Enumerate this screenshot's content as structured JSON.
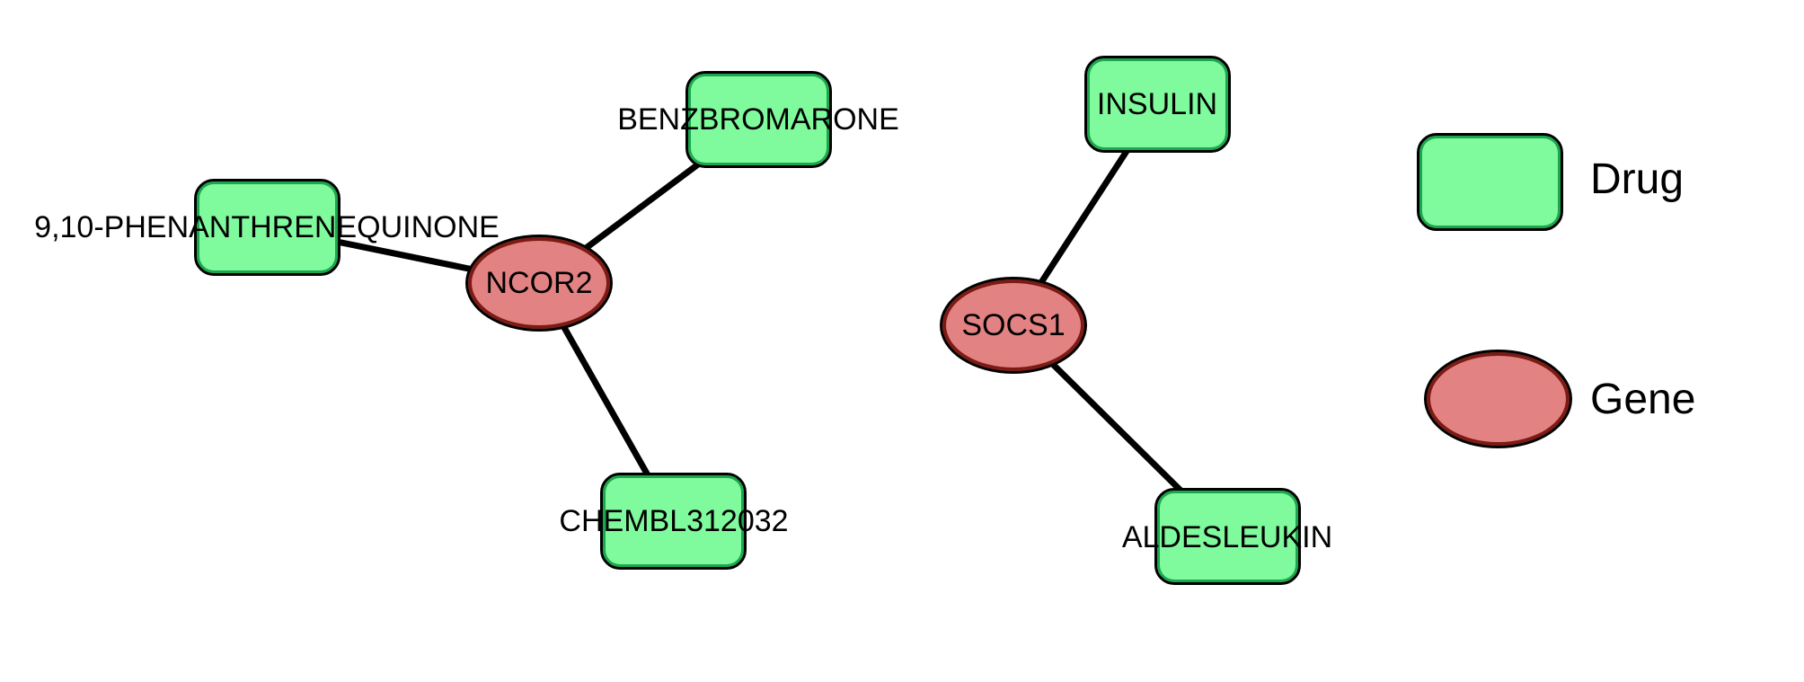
{
  "figure": {
    "type": "drug-gene interaction network",
    "background_color": "#ffffff"
  },
  "graph": {
    "nodes": [
      {
        "id": "phenanthrenequinone",
        "label": "9,10-PHENANTHRENEQUINONE",
        "type": "drug"
      },
      {
        "id": "benzbromarone",
        "label": "BENZBROMARONE",
        "type": "drug"
      },
      {
        "id": "chembl312032",
        "label": "CHEMBL312032",
        "type": "drug"
      },
      {
        "id": "ncor2",
        "label": "NCOR2",
        "type": "gene"
      },
      {
        "id": "insulin",
        "label": "INSULIN",
        "type": "drug"
      },
      {
        "id": "aldesleukin",
        "label": "ALDESLEUKIN",
        "type": "drug"
      },
      {
        "id": "socs1",
        "label": "SOCS1",
        "type": "gene"
      }
    ],
    "edges": [
      {
        "source": "NCOR2",
        "target": "9,10-PHENANTHRENEQUINONE"
      },
      {
        "source": "NCOR2",
        "target": "BENZBROMARONE"
      },
      {
        "source": "NCOR2",
        "target": "CHEMBL312032"
      },
      {
        "source": "SOCS1",
        "target": "INSULIN"
      },
      {
        "source": "SOCS1",
        "target": "ALDESLEUKIN"
      }
    ]
  },
  "legend": {
    "items": [
      {
        "label": "Drug",
        "shape": "rounded-rectangle"
      },
      {
        "label": "Gene",
        "shape": "ellipse"
      }
    ]
  },
  "colors": {
    "drug_fill": "#7ffa9c",
    "drug_inner_border": "#1ca64e",
    "gene_fill": "#e38282",
    "gene_inner_border": "#7c1a14",
    "node_outline": "#000000",
    "edge": "#000000",
    "label_text": "#000000"
  }
}
